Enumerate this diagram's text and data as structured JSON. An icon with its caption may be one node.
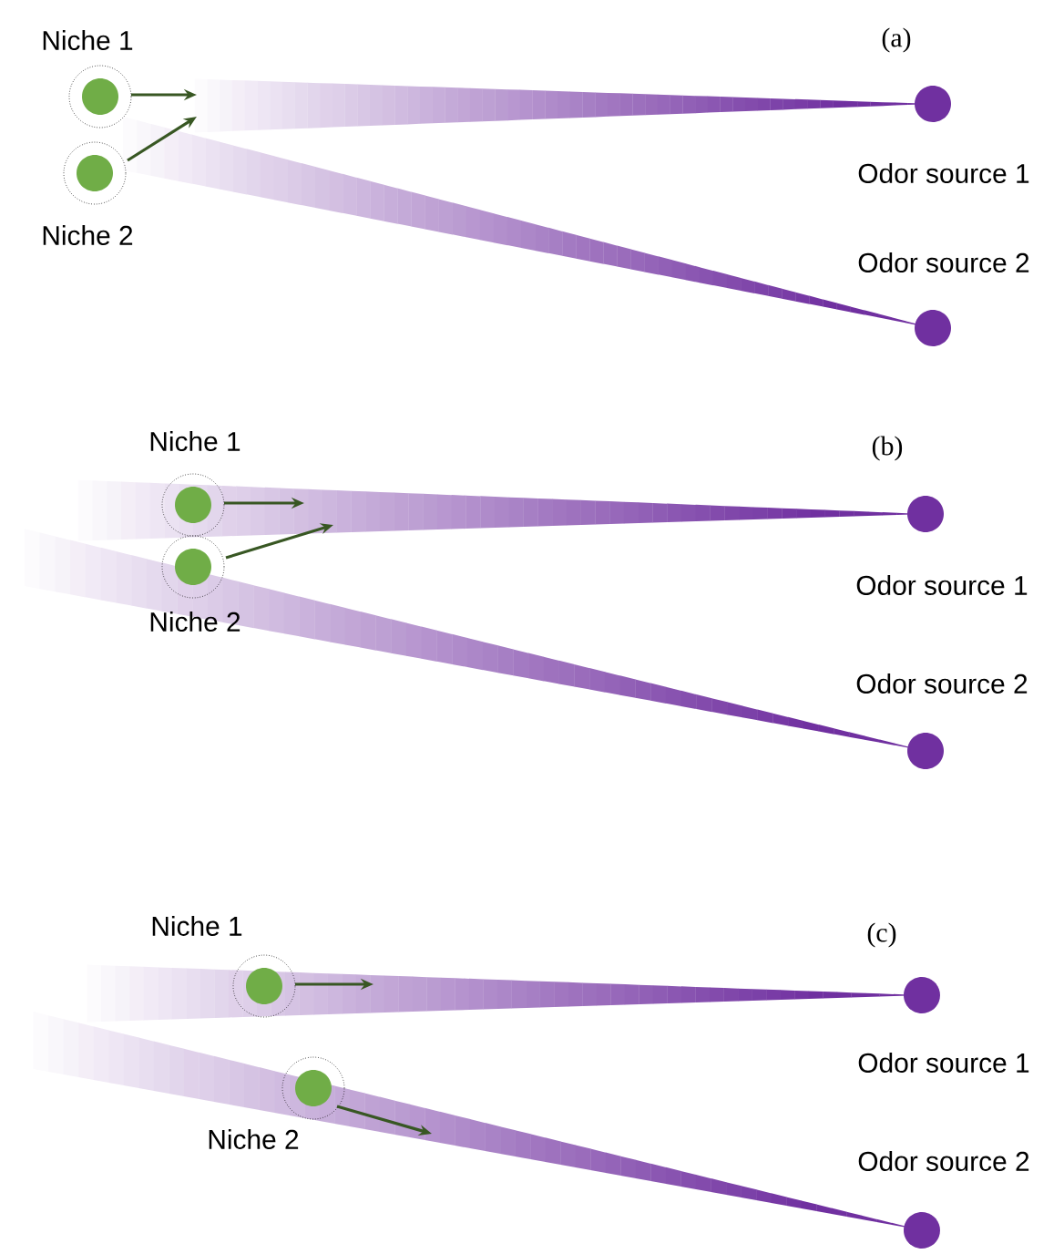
{
  "diagram": {
    "nodes": [
      {
        "text": [
          "Niche 1"
        ]
      },
      {
        "text": [
          "Niche 2"
        ]
      },
      {
        "text": [
          "Odor source 1"
        ]
      },
      {
        "text": [
          "Odor source 2"
        ]
      },
      {
        "text": [
          "Niche 1"
        ]
      },
      {
        "text": [
          "Niche 2"
        ]
      },
      {
        "text": [
          "Odor source 1"
        ]
      },
      {
        "text": [
          "Odor source 2"
        ]
      },
      {
        "text": [
          "Niche 1"
        ]
      },
      {
        "text": [
          "Niche 2"
        ]
      },
      {
        "text": [
          "Odor source 1"
        ]
      },
      {
        "text": [
          "Odor source 2"
        ]
      }
    ],
    "labels": [
      "(a)",
      "(b)",
      "(c)"
    ]
  }
}
